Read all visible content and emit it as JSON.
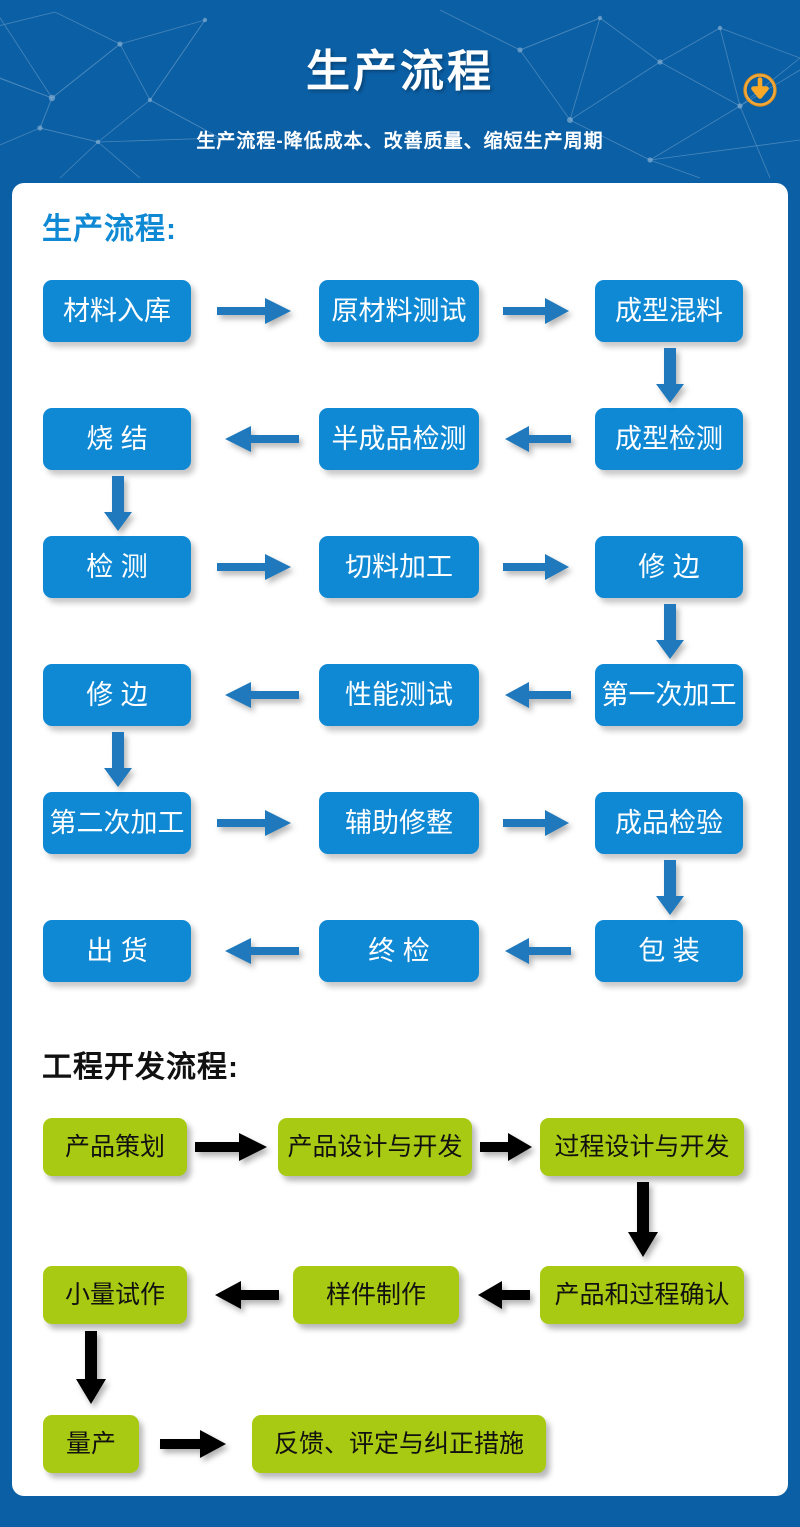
{
  "header": {
    "title": "生产流程",
    "subtitle": "生产流程-降低成本、改善质量、缩短生产周期",
    "download_icon": "download-circle-icon",
    "bg_color": "#0b5fa5",
    "rule_color": "#f2a93b",
    "accent_orange": "#f2a93b"
  },
  "sections": [
    {
      "id": "production",
      "heading": "生产流程:",
      "heading_color": "#1089d4",
      "box_color": "#1089d4",
      "box_text_color": "#ffffff",
      "arrow_color": "#2079bd",
      "boxes": [
        {
          "label": "材料入库",
          "row": 1,
          "col": 1
        },
        {
          "label": "原材料测试",
          "row": 1,
          "col": 2
        },
        {
          "label": "成型混料",
          "row": 1,
          "col": 3
        },
        {
          "label": "成型检测",
          "row": 2,
          "col": 3
        },
        {
          "label": "半成品检测",
          "row": 2,
          "col": 2
        },
        {
          "label": "烧 结",
          "row": 2,
          "col": 1
        },
        {
          "label": "检 测",
          "row": 3,
          "col": 1
        },
        {
          "label": "切料加工",
          "row": 3,
          "col": 2
        },
        {
          "label": "修 边",
          "row": 3,
          "col": 3
        },
        {
          "label": "第一次加工",
          "row": 4,
          "col": 3
        },
        {
          "label": "性能测试",
          "row": 4,
          "col": 2
        },
        {
          "label": "修 边",
          "row": 4,
          "col": 1
        },
        {
          "label": "第二次加工",
          "row": 5,
          "col": 1
        },
        {
          "label": "辅助修整",
          "row": 5,
          "col": 2
        },
        {
          "label": "成品检验",
          "row": 5,
          "col": 3
        },
        {
          "label": "包 装",
          "row": 6,
          "col": 3
        },
        {
          "label": "终 检",
          "row": 6,
          "col": 2
        },
        {
          "label": "出 货",
          "row": 6,
          "col": 1
        }
      ]
    },
    {
      "id": "engineering",
      "heading": "工程开发流程:",
      "heading_color": "#111111",
      "box_color": "#a8ca12",
      "box_text_color": "#111111",
      "arrow_color": "#000000",
      "boxes": [
        {
          "label": "产品策划",
          "row": 1,
          "col": 1
        },
        {
          "label": "产品设计与开发",
          "row": 1,
          "col": 2
        },
        {
          "label": "过程设计与开发",
          "row": 1,
          "col": 3
        },
        {
          "label": "产品和过程确认",
          "row": 2,
          "col": 3
        },
        {
          "label": "样件制作",
          "row": 2,
          "col": 2
        },
        {
          "label": "小量试作",
          "row": 2,
          "col": 1
        },
        {
          "label": "量产",
          "row": 3,
          "col": 1
        },
        {
          "label": "反馈、评定与纠正措施",
          "row": 3,
          "col": 2
        }
      ]
    }
  ]
}
